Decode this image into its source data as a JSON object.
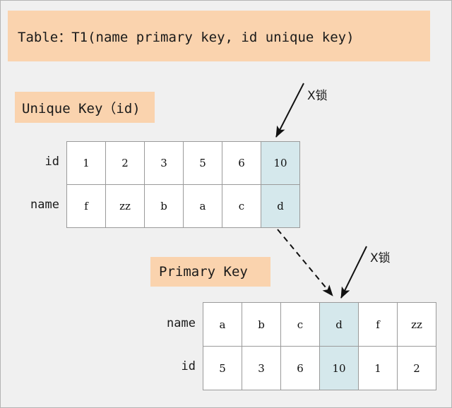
{
  "page": {
    "background_color": "#f0f0f0",
    "accent_peach": "#fad3ae",
    "highlight_cyan": "#d5e8ec",
    "border_color": "#9a9a9a"
  },
  "title_banner": {
    "text": "Table：T1(name primary key, id unique key)"
  },
  "unique_section": {
    "label": "Unique Key（id)",
    "row_labels": {
      "id": "id",
      "name": "name"
    },
    "rows": [
      {
        "key": "id",
        "cells": [
          "1",
          "2",
          "3",
          "5",
          "6",
          "10"
        ]
      },
      {
        "key": "name",
        "cells": [
          "f",
          "zz",
          "b",
          "a",
          "c",
          "d"
        ]
      }
    ],
    "highlighted_column_index": 5
  },
  "primary_section": {
    "label": "Primary Key",
    "row_labels": {
      "name": "name",
      "id": "id"
    },
    "rows": [
      {
        "key": "name",
        "cells": [
          "a",
          "b",
          "c",
          "d",
          "f",
          "zz"
        ]
      },
      {
        "key": "id",
        "cells": [
          "5",
          "3",
          "6",
          "10",
          "1",
          "2"
        ]
      }
    ],
    "highlighted_column_index": 3
  },
  "annotations": {
    "lock_top": "X锁",
    "lock_bottom": "X锁",
    "arrow_top_name": "solid-arrow-to-unique-cell",
    "arrow_bottom_name": "solid-arrow-to-primary-cell",
    "arrow_link_name": "dashed-arrow-unique-to-primary"
  }
}
